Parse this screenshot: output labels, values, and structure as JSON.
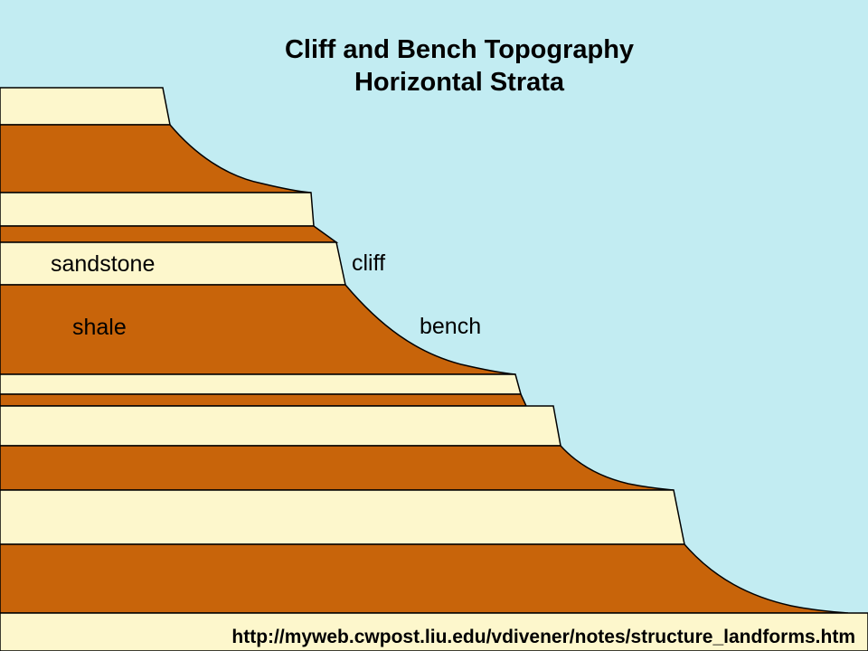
{
  "title": {
    "line1": "Cliff and Bench Topography",
    "line2": "Horizontal Strata"
  },
  "labels": {
    "sandstone": "sandstone",
    "shale": "shale",
    "cliff": "cliff",
    "bench": "bench"
  },
  "source_url": "http://myweb.cwpost.liu.edu/vdivener/notes/structure_landforms.htm",
  "colors": {
    "sky": "#c2ecf2",
    "sandstone": "#fdf7cc",
    "shale": "#c8640a",
    "outline": "#000000"
  }
}
